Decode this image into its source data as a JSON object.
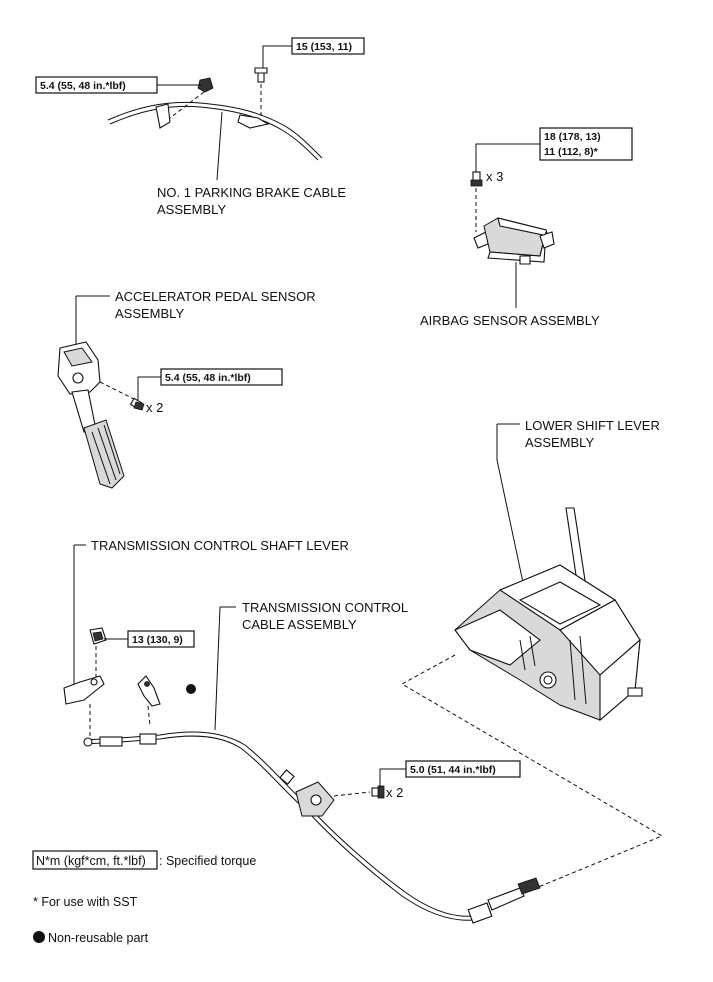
{
  "labels": {
    "parking_brake_l1": "NO. 1 PARKING BRAKE CABLE",
    "parking_brake_l2": "ASSEMBLY",
    "accel_l1": "ACCELERATOR PEDAL SENSOR",
    "accel_l2": "ASSEMBLY",
    "airbag": "AIRBAG SENSOR ASSEMBLY",
    "lower_shift_l1": "LOWER SHIFT LEVER",
    "lower_shift_l2": "ASSEMBLY",
    "trans_shaft": "TRANSMISSION CONTROL SHAFT LEVER",
    "trans_cable_l1": "TRANSMISSION CONTROL",
    "trans_cable_l2": "CABLE ASSEMBLY"
  },
  "torques": {
    "pb_bolt": "15 (153, 11)",
    "pb_nut": "5.4 (55, 48 in.*lbf)",
    "airbag_l1": "18 (178, 13)",
    "airbag_l2": "11 (112, 8)*",
    "accel": "5.4 (55, 48 in.*lbf)",
    "shaft_nut": "13 (130, 9)",
    "cable_bolt": "5.0 (51, 44 in.*lbf)"
  },
  "quantities": {
    "airbag": "x 3",
    "accel": "x 2",
    "cable": "x 2"
  },
  "legend": {
    "torque_box": "N*m (kgf*cm, ft.*lbf)",
    "torque_desc": ": Specified torque",
    "sst": "* For use with SST",
    "nonreusable": "Non-reusable part"
  }
}
